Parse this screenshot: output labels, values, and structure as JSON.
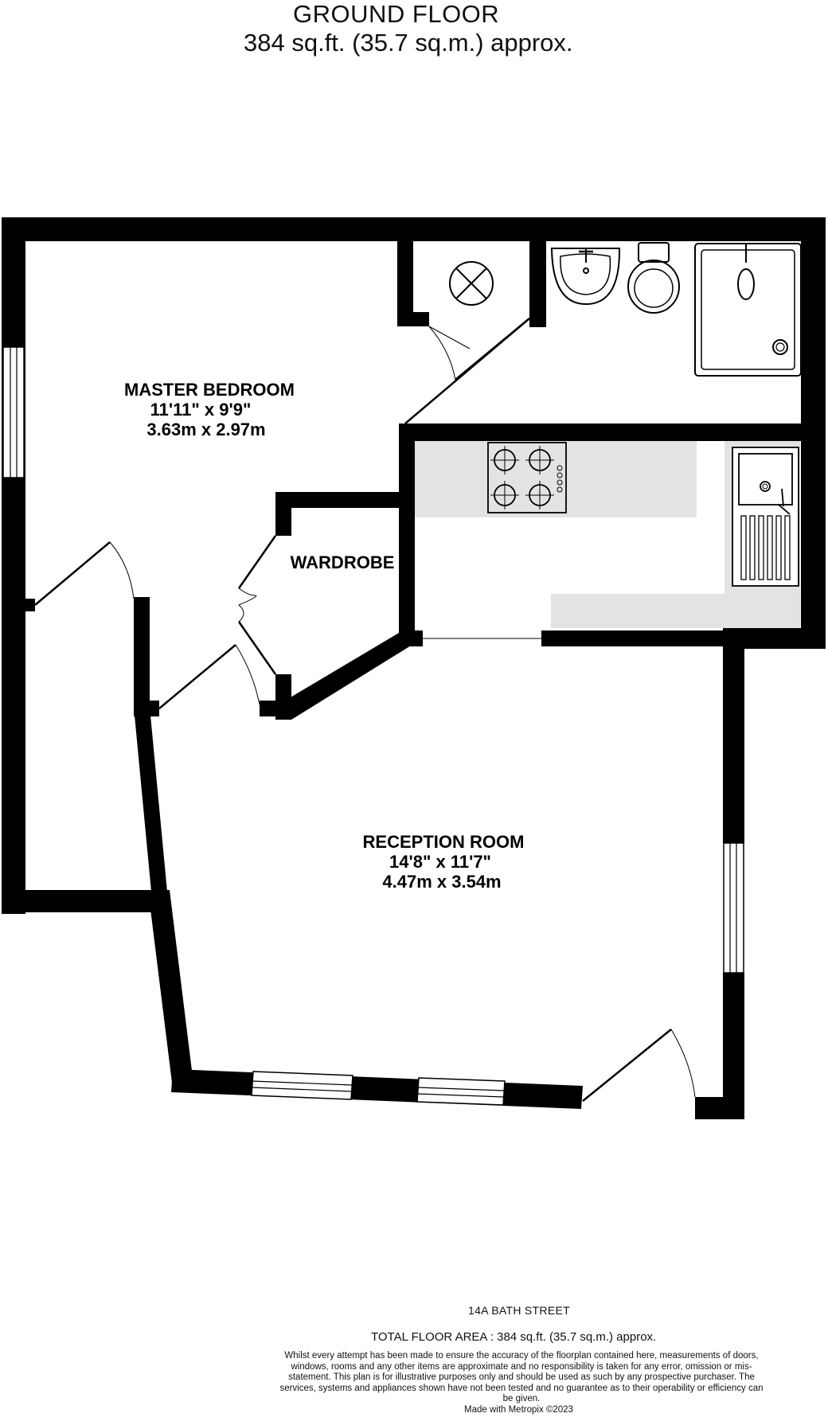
{
  "header": {
    "title": "GROUND FLOOR",
    "area": "384 sq.ft. (35.7 sq.m.) approx."
  },
  "rooms": {
    "master_bedroom": {
      "name": "MASTER BEDROOM",
      "dim_imperial": "11'11\"  x 9'9\"",
      "dim_metric": "3.63m  x 2.97m"
    },
    "wardrobe": {
      "name": "WARDROBE"
    },
    "reception_room": {
      "name": "RECEPTION ROOM",
      "dim_imperial": "14'8\"  x 11'7\"",
      "dim_metric": "4.47m  x 3.54m"
    }
  },
  "footer": {
    "address": "14A BATH STREET",
    "total_area": "TOTAL FLOOR AREA : 384 sq.ft. (35.7 sq.m.) approx.",
    "disclaimer": "Whilst every attempt has been made to ensure the accuracy of the floorplan contained here, measurements of doors, windows, rooms and any other items are approximate and no responsibility is taken for any error, omission or mis-statement. This plan is for illustrative purposes only and should be used as such by any prospective purchaser. The services, systems and appliances shown have not been tested and no guarantee as to their operability or efficiency can be given.",
    "credit": "Made with Metropix ©2023"
  },
  "colors": {
    "wall": "#000000",
    "worktop": "#e3e3e3",
    "background": "#ffffff"
  }
}
